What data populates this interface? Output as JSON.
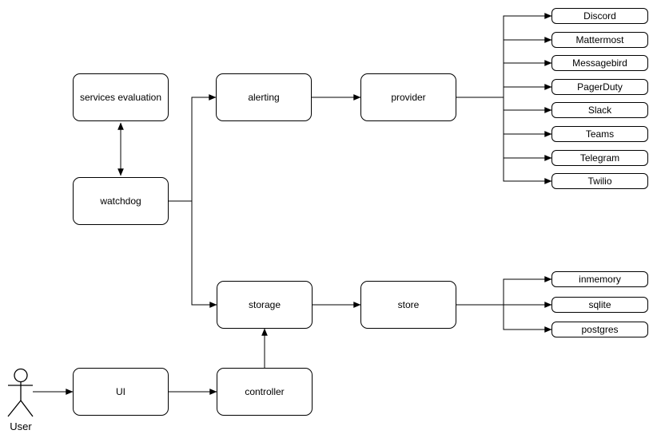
{
  "diagram": {
    "nodes": {
      "services_evaluation": {
        "label": "services evaluation"
      },
      "watchdog": {
        "label": "watchdog"
      },
      "alerting": {
        "label": "alerting"
      },
      "provider": {
        "label": "provider"
      },
      "storage": {
        "label": "storage"
      },
      "store": {
        "label": "store"
      },
      "ui": {
        "label": "UI"
      },
      "controller": {
        "label": "controller"
      }
    },
    "providers": [
      "Discord",
      "Mattermost",
      "Messagebird",
      "PagerDuty",
      "Slack",
      "Teams",
      "Telegram",
      "Twilio"
    ],
    "stores": [
      "inmemory",
      "sqlite",
      "postgres"
    ],
    "actor": {
      "label": "User"
    },
    "colors": {
      "stroke": "#000000",
      "node_fill": "#ffffff",
      "background": "#ffffff",
      "text": "#000000"
    }
  }
}
